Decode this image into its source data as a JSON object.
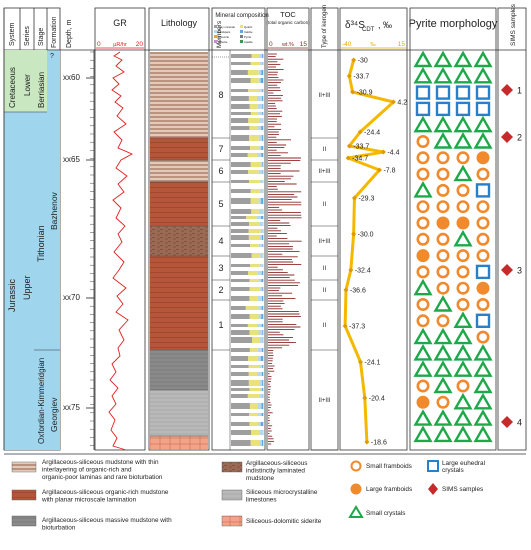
{
  "headers": {
    "system": "System",
    "series": "Series",
    "stage": "Stage",
    "formation": "Formation",
    "depth": "Depth, m",
    "gr": "GR",
    "lithology": "Lithology",
    "members": "Members",
    "mineral": "Mineral composition",
    "toc": "TOC",
    "toc_sub": "(total organic carbon)",
    "kerogen": "Type of kerogen",
    "d34s": "δ³⁴S",
    "d34s_sub": "CDT",
    "d34s_unit": ", ‰",
    "pyrite": "Pyrite morphology",
    "sims": "SIMS samples"
  },
  "axes": {
    "gr_min": "0",
    "gr_unit": "µR/hr",
    "gr_max": "20",
    "toc_min": "0",
    "toc_unit": "wt.%",
    "toc_max": "15",
    "d34s_min": "-40",
    "d34s_unit": "‰",
    "d34s_max": "15"
  },
  "strat": {
    "systems": [
      "Cretaceous",
      "Jurassic"
    ],
    "series": [
      "Lower",
      "Upper"
    ],
    "stages": [
      "Berriasian",
      "Tithonian",
      "Oxfordian-Kimmeridgian"
    ],
    "formations": [
      "Bazhenov",
      "Georgiev"
    ],
    "unknown": "?"
  },
  "depths": [
    "xx60",
    "xx65",
    "xx70",
    "xx75"
  ],
  "members": [
    "8",
    "7",
    "6",
    "5",
    "4",
    "3",
    "2",
    "1"
  ],
  "kerogen": [
    "II+III",
    "II",
    "II+III",
    "II",
    "II+III",
    "II",
    "II",
    "II",
    "II+III"
  ],
  "mineral_legend": [
    "Clay minerals",
    "Quartz",
    "Feldspars",
    "Calcite",
    "Dolomite",
    "Pyrite",
    "Siderite",
    "Apatite"
  ],
  "chart_data": {
    "type": "line",
    "title": "δ34S CDT, ‰",
    "xlim": [
      -40,
      15
    ],
    "series": [
      {
        "name": "δ34S",
        "values": [
          -30,
          -33.7,
          -30.9,
          4.2,
          -24.4,
          -33.7,
          -4.4,
          -34.7,
          -7.8,
          -29.3,
          -30.0,
          -32.4,
          -36.6,
          -37.3,
          -24.1,
          -20.4,
          -18.6
        ],
        "labels": [
          "-30",
          "-33.7",
          "-30.9",
          "4.2",
          "-24.4",
          "-33.7",
          "-4.4",
          "-34.7",
          "-7.8",
          "-29.3",
          "-30.0",
          "-32.4",
          "-36.6",
          "-37.3",
          "-24.1",
          "-20.4",
          "-18.6"
        ]
      }
    ],
    "color": "#f5b800"
  },
  "sims_samples": [
    "1",
    "2",
    "3",
    "4"
  ],
  "legend": {
    "lith1": "Argillaceous-siliceous mudstone with thin interlayering of organic-rich and organic-poor laminas and rare bioturbation",
    "lith2": "Argillaceous-siliceous organic-rich mudstone with planar microscale lamination",
    "lith3": "Argillaceous-siliceous massive mudstone with bioturbation",
    "lith4": "Argillaceous-siliceous indistinctly laminated mudstone",
    "lith5": "Siliceous microcrystalline limestones",
    "lith6": "Siliceous-dolomitic siderite",
    "small_framboids": "Small framboids",
    "large_framboids": "Large framboids",
    "small_crystals": "Small crystals",
    "large_euhedral": "Large euhedral crystals",
    "sims": "SIMS samples"
  },
  "colors": {
    "cretaceous": "#c9e7c0",
    "jurassic": "#9fd6ee",
    "orange": "#f08a2c",
    "green": "#1fa84a",
    "blue": "#2a7fc9",
    "red": "#c62b2b",
    "mudstone_brown": "#b5553a",
    "line_yellow": "#f5b800",
    "gr_red": "#e02020"
  }
}
